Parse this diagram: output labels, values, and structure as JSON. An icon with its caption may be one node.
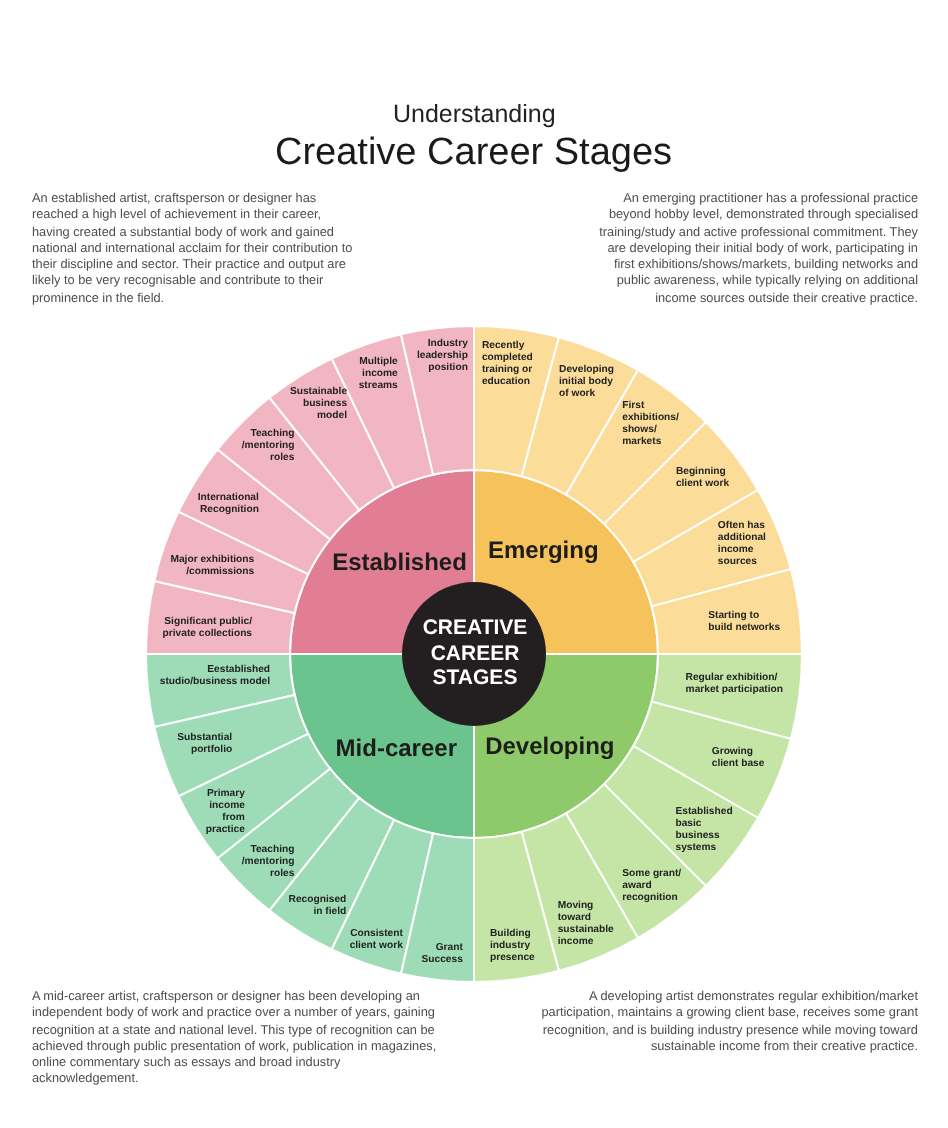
{
  "diagram": {
    "title": "Creative Career Stages",
    "nodes": [
      {
        "text": [
          "CREATIVE CAREER STAGES"
        ]
      },
      {
        "text": [
          "Established"
        ]
      },
      {
        "text": [
          "Significant public/ private collections"
        ]
      },
      {
        "text": [
          "Major exhibitions /commissions"
        ]
      },
      {
        "text": [
          "International Recognition"
        ]
      },
      {
        "text": [
          "Teaching /mentoring roles"
        ]
      },
      {
        "text": [
          "Sustainable business model"
        ]
      },
      {
        "text": [
          "Multiple income streams"
        ]
      },
      {
        "text": [
          "Industry leadership position"
        ]
      },
      {
        "text": [
          "Emerging"
        ]
      },
      {
        "text": [
          "Recently completed training or education"
        ]
      },
      {
        "text": [
          "Developing initial body of work"
        ]
      },
      {
        "text": [
          "First exhibitions/ shows/ markets"
        ]
      },
      {
        "text": [
          "Beginning client work"
        ]
      },
      {
        "text": [
          "Often has additional income sources"
        ]
      },
      {
        "text": [
          "Starting to build networks"
        ]
      },
      {
        "text": [
          "Mid-career"
        ]
      },
      {
        "text": [
          "Eestablished studio/business model"
        ]
      },
      {
        "text": [
          "Substantial portfolio"
        ]
      },
      {
        "text": [
          "Primary income from practice"
        ]
      },
      {
        "text": [
          "Teaching /mentoring roles"
        ]
      },
      {
        "text": [
          "Recognised in field"
        ]
      },
      {
        "text": [
          "Consistent client work"
        ]
      },
      {
        "text": [
          "Grant Success"
        ]
      },
      {
        "text": [
          "Developing"
        ]
      },
      {
        "text": [
          "Regular exhibition/ market participation"
        ]
      },
      {
        "text": [
          "Growing client base"
        ]
      },
      {
        "text": [
          "Established basic business systems"
        ]
      },
      {
        "text": [
          "Some grant/ award recognition"
        ]
      },
      {
        "text": [
          "Moving toward sustainable income"
        ]
      },
      {
        "text": [
          "Building industry presence"
        ]
      }
    ],
    "labels": [
      "Understanding",
      "An established artist, craftsperson or designer has reached a high level of achievement in their career, having created a substantial body of work and gained national and international acclaim for their contribution to their discipline and sector. Their practice and output are likely to be very recognisable and contribute to their prominence in the field.",
      "An emerging practitioner has a professional practice beyond hobby level, demonstrated through specialised training/study and active professional commitment. They are developing their initial body of work, participating in first exhibitions/shows/markets, building networks and public awareness, while typically relying on additional income sources outside their creative practice.",
      "A mid-career artist, craftsperson or designer has been developing an independent body of work and practice over a number of years, gaining recognition at a state and national level. This type of recognition can be achieved through public presentation of work, publication in magazines, online commentary such as essays and broad industry acknowledgement.",
      "A developing artist demonstrates regular exhibition/market participation, maintains a growing client base, receives some grant recognition, and is building industry presence while moving toward sustainable income from their creative practice."
    ]
  }
}
